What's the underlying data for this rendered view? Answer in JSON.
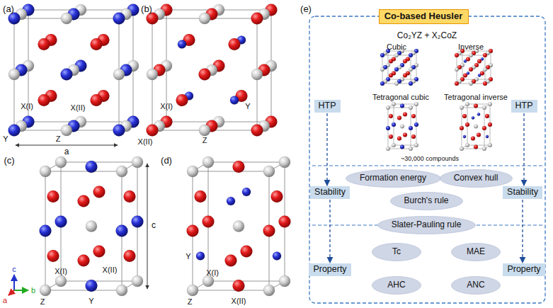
{
  "diagram": {
    "nodes": [
      {
        "text": [
          "Co-based Heusler"
        ]
      },
      {
        "text": [
          "HTP"
        ]
      },
      {
        "text": [
          "HTP"
        ]
      },
      {
        "text": [
          "Formation energy"
        ]
      },
      {
        "text": [
          "Convex hull"
        ]
      },
      {
        "text": [
          "Stability"
        ]
      },
      {
        "text": [
          "Stability"
        ]
      },
      {
        "text": [
          "Burch's rule"
        ]
      },
      {
        "text": [
          "Slater-Pauling rule"
        ]
      },
      {
        "text": [
          "Tc"
        ]
      },
      {
        "text": [
          "MAE"
        ]
      },
      {
        "text": [
          "Property"
        ]
      },
      {
        "text": [
          "Property"
        ]
      },
      {
        "text": [
          "AHC"
        ]
      },
      {
        "text": [
          "ANC"
        ]
      }
    ],
    "edges": [
      {
        "from": 1,
        "to": 5,
        "arrow": "to"
      },
      {
        "from": 2,
        "to": 6,
        "arrow": "to"
      },
      {
        "from": 5,
        "to": 11,
        "arrow": "to"
      },
      {
        "from": 6,
        "to": 12,
        "arrow": "to"
      }
    ],
    "labels": [
      "(a)",
      "X(I)",
      "X(II)",
      "Z",
      "Y",
      "a",
      "(b)",
      "X(I)",
      "Y",
      "X(II)",
      "Z",
      "(c)",
      "c",
      "X(I)",
      "X(II)",
      "Z",
      "Y",
      "(d)",
      "Y",
      "X(I)",
      "Z",
      "X(II)",
      "c",
      "b",
      "a",
      "(e)",
      "Co₂YZ + X₂CoZ",
      "Cubic",
      "Inverse",
      "Tetragonal cubic",
      "Tetragonal inverse",
      "~30,000 compounds"
    ]
  }
}
